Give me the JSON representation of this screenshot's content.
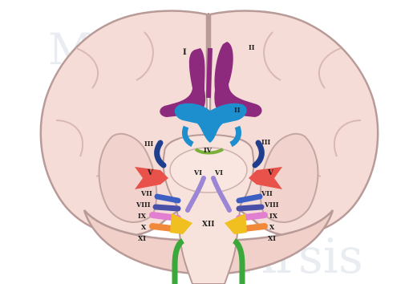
{
  "diagram": {
    "colors": {
      "brain": "#f6dcd6",
      "brain_outline": "#b89b98",
      "brainstem": "#f8e2dc",
      "olfactory": "#8e2a7e",
      "optic": "#1d8fcf",
      "oculomotor": "#1f3f8e",
      "trochlear": "#7ab03a",
      "trigeminal": "#e8524a",
      "abducens": "#9b86d6",
      "facial": "#3d5fc4",
      "vestibulocochlear": "#4a4fa8",
      "glossopharyngeal": "#e27fd0",
      "vagus": "#f0c020",
      "accessory": "#3aa83a",
      "hypoglossal": "#f08a3a"
    },
    "labels": {
      "I_left": "I",
      "I_right": "II",
      "II": "II",
      "III_left": "III",
      "III_right": "III",
      "IV": "IV",
      "V_left": "V",
      "V_right": "V",
      "VI_left": "VI",
      "VI_right": "VI",
      "VII_left": "VII",
      "VII_right": "VII",
      "VIII_left": "VIII",
      "VIII_right": "VIII",
      "IX_left": "IX",
      "IX_right": "IX",
      "X_left": "X",
      "X_right": "X",
      "XI_left": "XI",
      "XI_right": "XI",
      "XII": "XII"
    }
  }
}
